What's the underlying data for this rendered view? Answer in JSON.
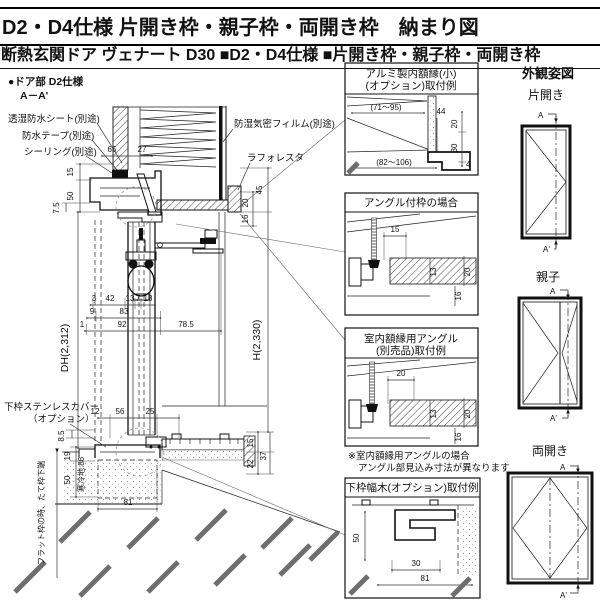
{
  "header": {
    "title": "D2・D4仕様 片開き枠・親子枠・両開き枠　納まり図",
    "subtitle": "断熱玄関ドア ヴェナート D30 ■D2・D4仕様 ■片開き枠・親子枠・両開き枠"
  },
  "section": {
    "label": "●ドア部 D2仕様",
    "cut": "A－A'",
    "callouts": {
      "sheet": "透湿防水シート(別途)",
      "tape": "防水テープ(別途)",
      "seal": "シーリング(別途)",
      "film": "防湿気密フィルム(別途)",
      "laforesta": "ラフォレスタ",
      "cover1": "下枠ステンレスカバー",
      "cover2": "（オプション）",
      "flat": "フラット枠の時、たて枠下端",
      "cold": "寒冷地:86"
    },
    "dims": {
      "d65": "65",
      "d27": "27",
      "d15t": "15",
      "d50t": "50",
      "d75": "7.5",
      "d45": "45",
      "d20r": "20",
      "d16r": "16",
      "d3": "3",
      "d42": "42",
      "d13": "13",
      "d7": "7",
      "d18": "18",
      "d9": "9",
      "d83": "83",
      "d1": "1",
      "d92": "92",
      "d785": "78.5",
      "dh": "DH(2,312)",
      "h": "H(2,330)",
      "d12": "12",
      "d56": "56",
      "d25": "25",
      "d85": "8.5",
      "d19": "19",
      "d50b": "50",
      "d15b": "15",
      "d22": "22",
      "d37": "37",
      "d81": "81"
    }
  },
  "panels": [
    {
      "title1": "アルミ製内額縁(小)",
      "title2": "(オプション)取付例",
      "range_top": "(71～95)",
      "d44": "44",
      "d20": "20",
      "d30": "30",
      "d4": "4",
      "range_bottom": "(82～106)"
    },
    {
      "title1": "アングル付枠の場合",
      "d15": "15",
      "d13": "13",
      "d20": "20",
      "d16": "16"
    },
    {
      "title1": "室内額縁用アングル",
      "title2": "(別売品)取付例",
      "d20a": "20",
      "d13": "13",
      "d20b": "20",
      "d16": "16"
    },
    {
      "title1": "下枠幅木(オプション)取付例",
      "d50": "50",
      "d30": "30",
      "d81": "81"
    }
  ],
  "notes": {
    "line1": "※室内額縁用アングルの場合",
    "line2": "アングル部見込み寸法が異なります"
  },
  "elevations": {
    "heading": "外観姿図",
    "single": "片開き",
    "parent_child": "親子",
    "double": "両開き",
    "a": "A",
    "a_prime": "A'"
  }
}
